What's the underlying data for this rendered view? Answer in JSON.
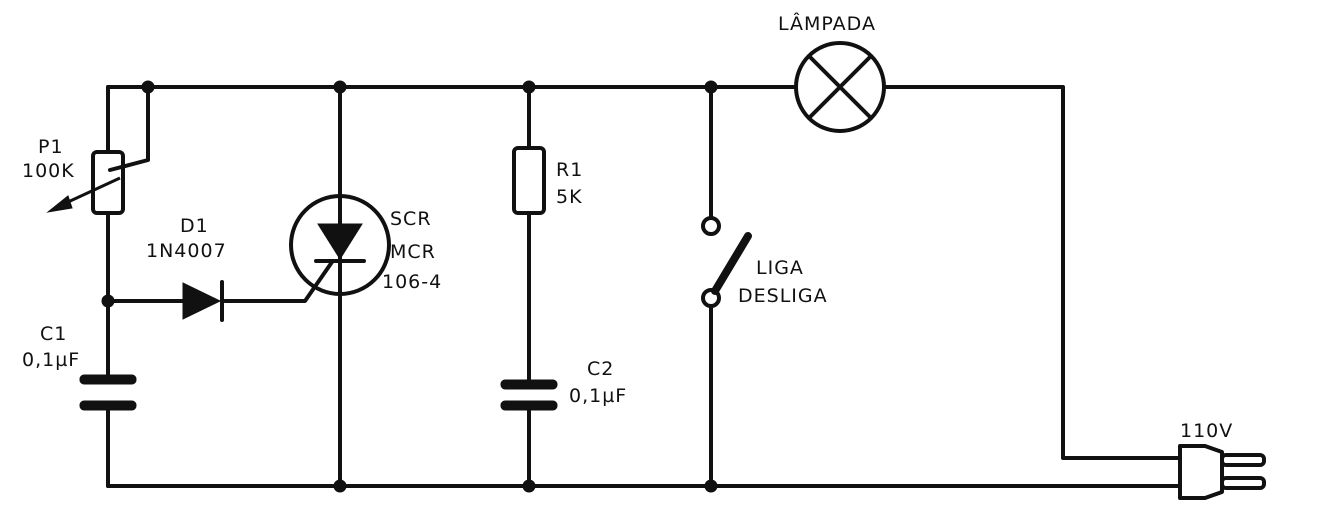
{
  "labels": {
    "lamp": "LÂMPADA",
    "p1_name": "P1",
    "p1_value": "100K",
    "d1_name": "D1",
    "d1_part": "1N4007",
    "scr_l1": "SCR",
    "scr_l2": "MCR",
    "scr_l3": "106-4",
    "r1_name": "R1",
    "r1_value": "5K",
    "sw_l1": "LIGA",
    "sw_l2": "DESLIGA",
    "c1_name": "C1",
    "c1_value": "0,1µF",
    "c2_name": "C2",
    "c2_value": "0,1µF",
    "supply": "110V"
  }
}
